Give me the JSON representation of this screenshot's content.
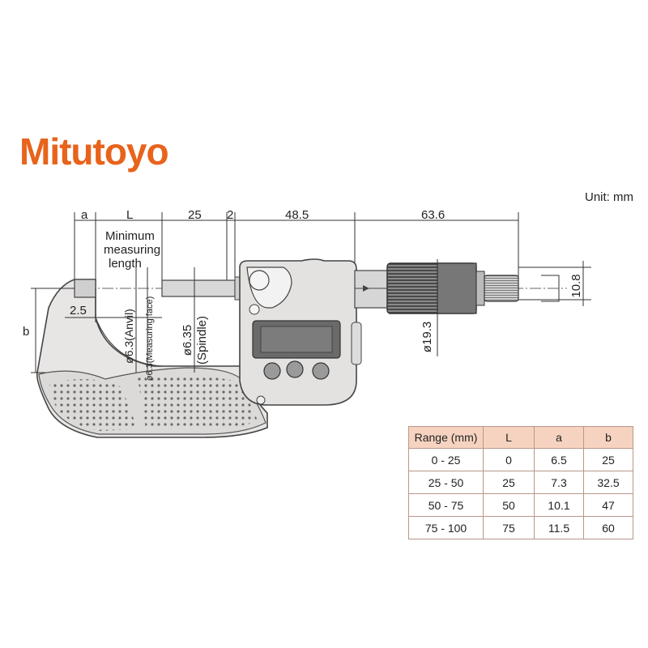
{
  "brand": {
    "logo": "Mitutoyo",
    "color": "#e8631c"
  },
  "unit_label": "Unit: mm",
  "dimensions": {
    "a": "a",
    "L": "L",
    "d25": "25",
    "d2": "2",
    "d48_5": "48.5",
    "d63_6": "63.6",
    "d10_8": "10.8",
    "d2_5": "2.5",
    "b": "b",
    "d19_3": "ø19.3",
    "anvil": "ø6.3(Anvil)",
    "measuring_face": "ø6.3(Measuring face)",
    "spindle_dia": "ø6.35",
    "spindle_label": "(Spindle)",
    "min_len_line1": "Minimum",
    "min_len_line2": "measuring",
    "min_len_line3": "length"
  },
  "table": {
    "headers": [
      "Range (mm)",
      "L",
      "a",
      "b"
    ],
    "rows": [
      [
        "0 - 25",
        "0",
        "6.5",
        "25"
      ],
      [
        "25 - 50",
        "25",
        "7.3",
        "32.5"
      ],
      [
        "50 - 75",
        "50",
        "10.1",
        "47"
      ],
      [
        "75 - 100",
        "75",
        "11.5",
        "60"
      ]
    ]
  }
}
